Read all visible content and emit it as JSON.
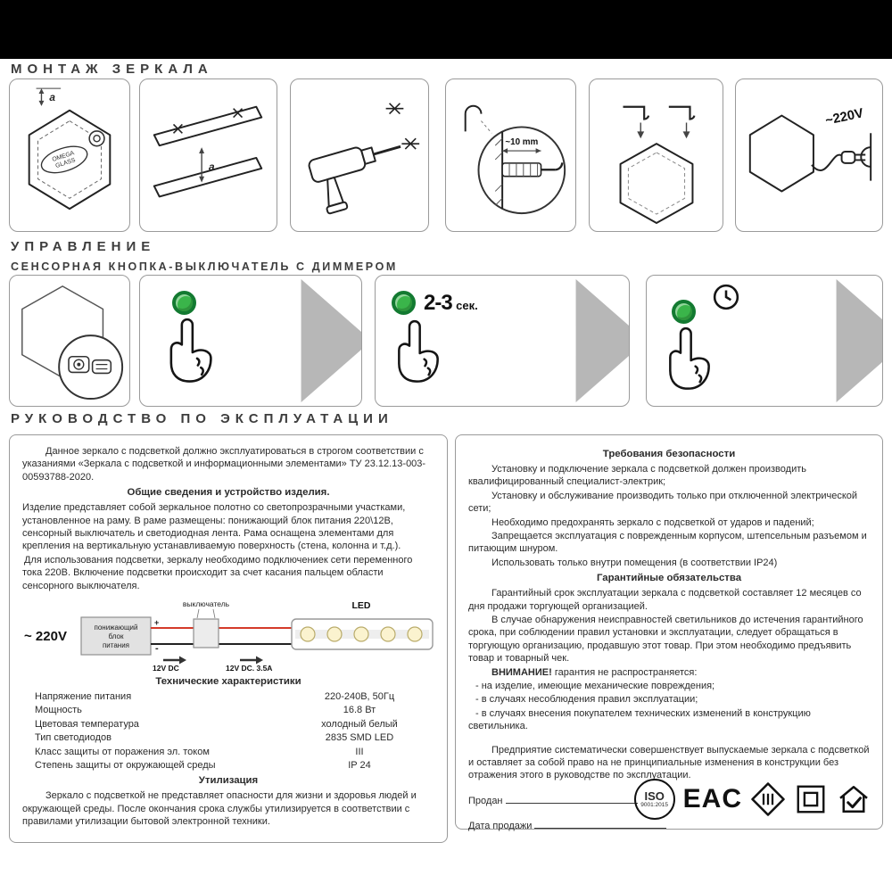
{
  "sections": {
    "montage": {
      "title": "МОНТАЖ ЗЕРКАЛА"
    },
    "control": {
      "title": "УПРАВЛЕНИЕ",
      "subtitle": "СЕНСОРНАЯ КНОПКА-ВЫКЛЮЧАТЕЛЬ С ДИММЕРОМ"
    },
    "manual": {
      "title": "РУКОВОДСТВО ПО ЭКСПЛУАТАЦИИ"
    }
  },
  "montage": {
    "logo_line1": "OMEGA",
    "logo_line2": "GLASS",
    "dim_a1": "a",
    "dim_a2": "a",
    "depth": "~10 mm",
    "voltage": "~220V"
  },
  "control": {
    "hold_num": "2-3",
    "hold_unit": "сек."
  },
  "left_panel": {
    "intro": "Данное зеркало с подсветкой должно эксплуатироваться в строгом соответствии с указаниями «Зеркала с подсветкой и информационными элементами» ТУ 23.12.13-003-00593788-2020.",
    "general_title": "Общие сведения и устройство изделия.",
    "general_p1": "Изделие представляет собой зеркальное полотно со светопрозрачными участками, установленное на раму. В раме размещены: понижающий блок питания 220\\12В, сенсорный выключатель и светодиодная лента. Рама оснащена элементами для крепления на вертикальную устанавливаемую поверхность (стена, колонна и т.д.).",
    "general_p2": "Для использования подсветки, зеркалу необходимо подключениек сети переменного тока 220В. Включение подсветки происходит за счет касания пальцем области сенсорного выключателя.",
    "diagram": {
      "mains": "~ 220V",
      "psu_lines": [
        "понижающий",
        "блок",
        "питания"
      ],
      "plus": "+",
      "minus": "-",
      "switch": "выключатель",
      "led": "LED",
      "dc1": "12V DC",
      "dc2": "12V DC. 3.5A"
    },
    "specs_title": "Технические характеристики",
    "specs": [
      {
        "label": "Напряжение питания",
        "value": "220-240В, 50Гц"
      },
      {
        "label": "Мощность",
        "value": "16.8 Вт"
      },
      {
        "label": "Цветовая температура",
        "value": "холодный белый"
      },
      {
        "label": "Тип светодиодов",
        "value": "2835 SMD LED"
      },
      {
        "label": "Класс защиты от поражения эл. током",
        "value": "III"
      },
      {
        "label": "Степень защиты от окружающей среды",
        "value": "IP 24"
      }
    ],
    "recycle_title": "Утилизация",
    "recycle_text": "Зеркало с подсветкой не представляет опасности для жизни и здоровья людей и окружающей среды. После окончания срока службы утилизируется в соответствии с правилами утилизации бытовой электронной техники."
  },
  "right_panel": {
    "safety_title": "Требования безопасности",
    "safety_items": [
      "Установку и подключение зеркала с подсветкой должен производить квалифицированный специалист-электрик;",
      "Установку и обслуживание производить только при отключенной электрической сети;",
      "Необходимо предохранять зеркало с подсветкой от ударов и падений;",
      "Запрещается эксплуатация с поврежденным корпусом, штепсельным разъемом и питающим шнуром.",
      "Использовать только внутри помещения (в соответствии IP24)"
    ],
    "warranty_title": "Гарантийные обязательства",
    "warranty_p1": "Гарантийный срок эксплуатации зеркала с подсветкой составляет 12 месяцев со дня продажи торгующей организацией.",
    "warranty_p2": "В случае обнаружения неисправностей светильников до истечения гарантийного срока, при соблюдении правил установки и эксплуатации, следует обращаться в торгующую организацию, продавшую этот товар. При этом необходимо предъявить товар и товарный чек.",
    "attention_bold": "ВНИМАНИЕ!",
    "attention_rest": " гарантия не распространяется:",
    "bullets": [
      "- на изделие, имеющие механические повреждения;",
      "- в случаях несоблюдения правил эксплуатации;",
      "- в случаях внесения покупателем технических изменений в конструкцию светильника."
    ],
    "closing": "Предприятие систематически совершенствует выпускаемые зеркала с подсветкой и оставляет за собой право на не принципиальные изменения в конструкции без отражения этого в руководстве по эксплуатации.",
    "sold_label": "Продан",
    "date_label": "Дата продажи",
    "icons": {
      "iso_top": "ISO",
      "iso_bottom": "9001:2015",
      "eac": "EAC",
      "class_mark": "III"
    }
  }
}
